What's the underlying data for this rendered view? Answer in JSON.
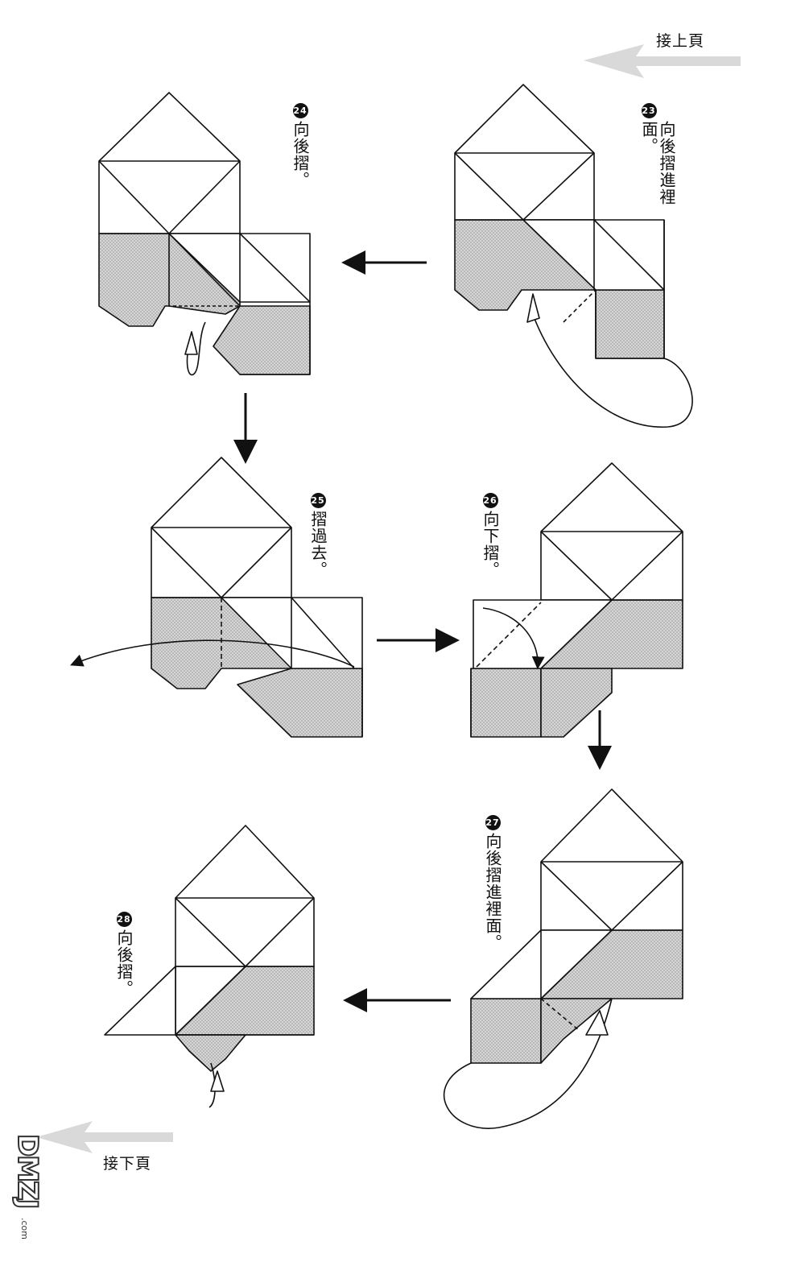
{
  "nav": {
    "continued_from": "接上頁",
    "continued_to": "接下頁"
  },
  "steps": [
    {
      "num": "23",
      "text": "向後摺進裡面。"
    },
    {
      "num": "24",
      "text": "向後摺。"
    },
    {
      "num": "25",
      "text": "摺過去。"
    },
    {
      "num": "26",
      "text": "向下摺。"
    },
    {
      "num": "27",
      "text": "向後摺進裡面。"
    },
    {
      "num": "28",
      "text": "向後摺。"
    }
  ],
  "watermark": {
    "main": "DMZJ",
    "sub": ".com"
  },
  "colors": {
    "line": "#111111",
    "shade": "#c8c8c8",
    "ghost_arrow": "#cfcfcf"
  }
}
